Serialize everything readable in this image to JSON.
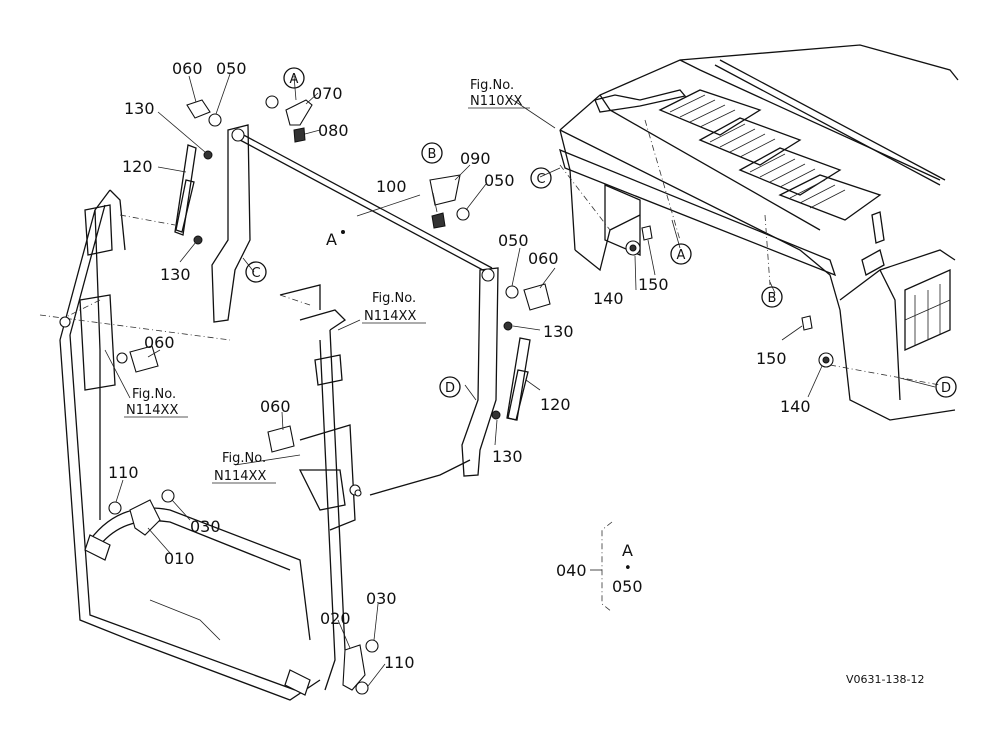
{
  "drawing_id": "V0631-138-12",
  "fig_refs": [
    {
      "label": "Fig.No.",
      "number": "N110XX"
    },
    {
      "label": "Fig.No.",
      "number": "N114XX"
    },
    {
      "label": "Fig.No.",
      "number": "N114XX"
    },
    {
      "label": "Fig.No.",
      "number": "N114XX"
    }
  ],
  "circle_refs": [
    "A",
    "B",
    "C",
    "D",
    "A",
    "B",
    "C",
    "D"
  ],
  "part_labels": [
    "060",
    "050",
    "070",
    "080",
    "130",
    "120",
    "130",
    "090",
    "100",
    "050",
    "A",
    "050",
    "060",
    "130",
    "120",
    "130",
    "140",
    "150",
    "140",
    "150",
    "060",
    "060",
    "110",
    "030",
    "010",
    "020",
    "030",
    "110"
  ],
  "legend": {
    "assembly": "040",
    "top": "A",
    "dot": "•",
    "bottom": "050"
  }
}
